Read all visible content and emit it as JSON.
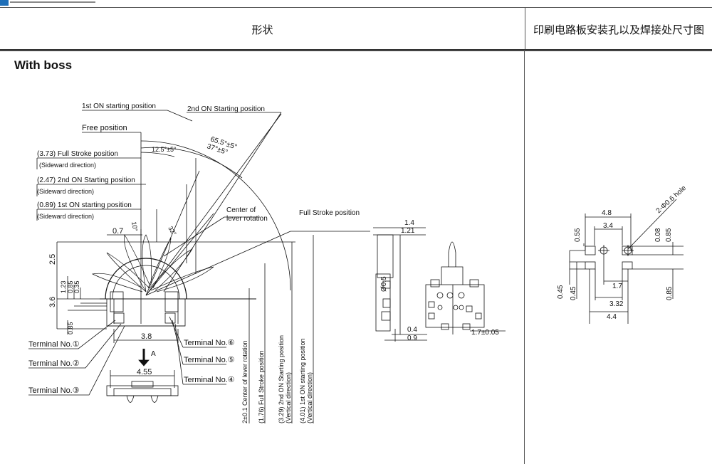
{
  "header": {
    "col_shape": "形状",
    "col_pcb": "印刷电路板安装孔以及焊接处尺寸图"
  },
  "section_title": "With boss",
  "left_labels": {
    "first_on_start": "1st ON starting position",
    "second_on_start": "2nd ON Starting position",
    "free_position": "Free position",
    "full_stroke_side": "(3.73) Full Stroke position",
    "sideward1": "(Sideward direction)",
    "second_on_side": "(2.47) 2nd ON Starting position",
    "sideward2": "(Sideward direction)",
    "first_on_side": "(0.89) 1st ON starting position",
    "sideward3": "(Sideward direction)",
    "angle_a": "65.5°±5°",
    "angle_b": "37°±5°",
    "angle_c": "12.5°±5°",
    "angle_d": "32°",
    "angle_e": "10°",
    "center_rot": "Center of",
    "lever_rot": "lever rotation",
    "full_stroke": "Full Stroke position",
    "dim_07": "0.7",
    "dim_25": "2.5",
    "dim_36": "3.6",
    "dim_123": "1.23",
    "dim_085a": "0.85",
    "dim_035": "0.35",
    "dim_085b": "0.85",
    "dim_38": "3.8",
    "dim_455": "4.55",
    "arrow_a": "A",
    "t1": "Terminal No.①",
    "t2": "Terminal No.②",
    "t3": "Terminal No.③",
    "t4": "Terminal No.④",
    "t5": "Terminal No.⑤",
    "t6": "Terminal No.⑥",
    "v_center": "2±0.1 Center of lever rotation",
    "v_full": "(1.76) Full Stroke position",
    "v_2nd_a": "(3.29) 2nd ON Starting position",
    "v_2nd_b": "(Vertical direction)",
    "v_1st_a": "(4.01) 1st ON starting position",
    "v_1st_b": "(Vertical direction)"
  },
  "side_view": {
    "d14": "1.4",
    "d121": "1.21",
    "d05": "Ø0.5",
    "d04": "0.4",
    "d09": "0.9",
    "d17": "1.7±0.05"
  },
  "pcb": {
    "hole": "2-Φ0.6 hole",
    "d48": "4.8",
    "d34": "3.4",
    "d055": "0.55",
    "d008": "0.08",
    "d085a": "0.85",
    "d045a": "0.45",
    "d045b": "0.45",
    "d17": "1.7",
    "d332": "3.32",
    "d44": "4.4",
    "d085b": "0.85"
  }
}
